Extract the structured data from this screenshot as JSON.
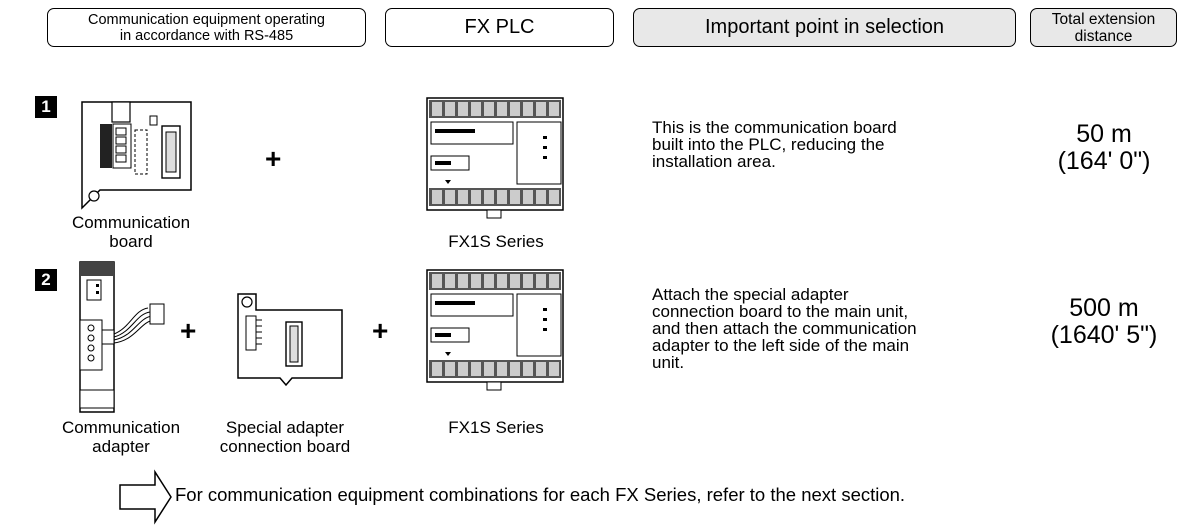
{
  "headers": {
    "equipment": [
      "Communication equipment operating",
      "in accordance with RS-485"
    ],
    "plc": "FX PLC",
    "selection": "Important point in selection",
    "distance": [
      "Total extension",
      "distance"
    ]
  },
  "rows": [
    {
      "number": "1",
      "equipment_label": [
        "Communication",
        "board"
      ],
      "plc_label": "FX1S Series",
      "description": [
        "This is the communication board",
        "built into the PLC, reducing the",
        "installation area."
      ],
      "distance": [
        "50 m",
        "(164' 0\")"
      ]
    },
    {
      "number": "2",
      "equipment_label": [
        "Communication",
        "adapter"
      ],
      "board_label": [
        "Special adapter",
        "connection board"
      ],
      "plc_label": "FX1S Series",
      "description": [
        "Attach the special adapter",
        "connection board to the main unit,",
        "and then attach the communication",
        "adapter to the left side of the main",
        "unit."
      ],
      "distance": [
        "500 m",
        "(1640' 5\")"
      ]
    }
  ],
  "plus_sign": "+",
  "footer_note": "For communication equipment combinations for each FX Series, refer to the next section."
}
